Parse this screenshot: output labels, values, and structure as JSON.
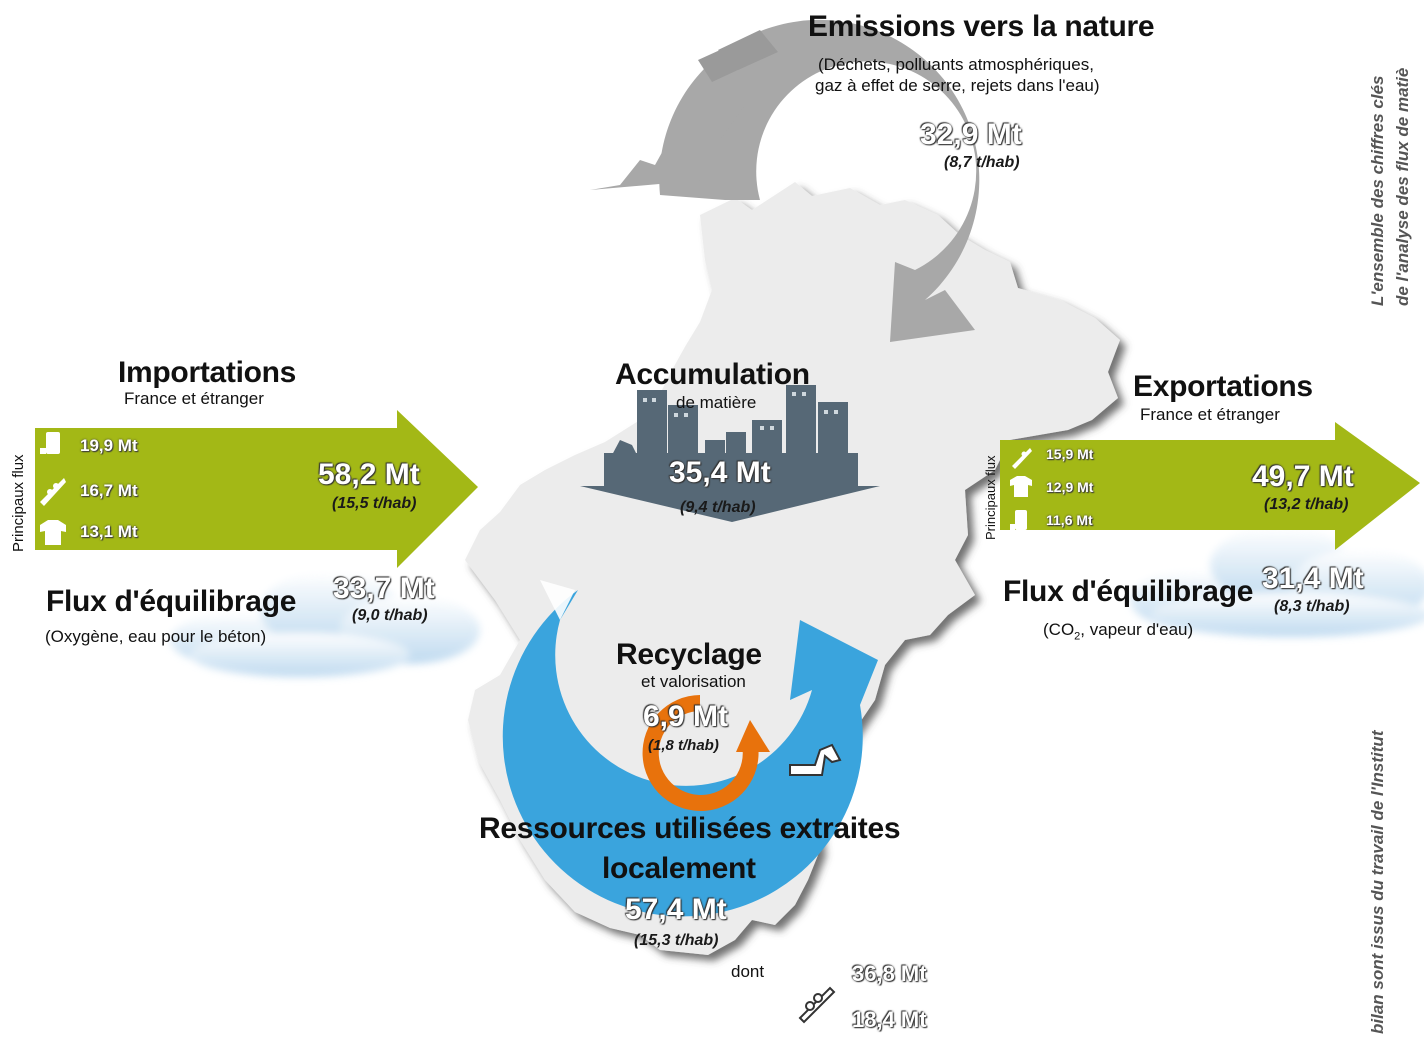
{
  "emissions": {
    "title": "Emissions vers la nature",
    "subtitle_line1": "(Déchets, polluants atmosphériques,",
    "subtitle_line2": "gaz à effet de serre, rejets dans l'eau)",
    "value": "32,9 Mt",
    "per_hab": "(8,7 t/hab)"
  },
  "importations": {
    "title": "Importations",
    "subtitle": "France et étranger",
    "axis_label": "Principaux flux",
    "items": [
      {
        "icon": "fuel-pump-icon",
        "value": "19,9 Mt"
      },
      {
        "icon": "wheat-icon",
        "value": "16,7 Mt"
      },
      {
        "icon": "tshirt-icon",
        "value": "13,1 Mt"
      }
    ],
    "total": "58,2 Mt",
    "per_hab": "(15,5 t/hab)"
  },
  "equilibrage_left": {
    "title": "Flux d'équilibrage",
    "subtitle": "(Oxygène, eau pour le béton)",
    "value": "33,7 Mt",
    "per_hab": "(9,0 t/hab)"
  },
  "accumulation": {
    "title": "Accumulation",
    "subtitle": "de matière",
    "value": "35,4 Mt",
    "per_hab": "(9,4 t/hab)"
  },
  "exportations": {
    "title": "Exportations",
    "subtitle": "France et étranger",
    "axis_label": "Principaux flux",
    "items": [
      {
        "icon": "wheat-icon",
        "value": "15,9 Mt"
      },
      {
        "icon": "tshirt-icon",
        "value": "12,9 Mt"
      },
      {
        "icon": "fuel-pump-icon",
        "value": "11,6 Mt"
      }
    ],
    "total": "49,7 Mt",
    "per_hab": "(13,2 t/hab)"
  },
  "equilibrage_right": {
    "title": "Flux d'équilibrage",
    "subtitle_co": "(CO",
    "subtitle_sub": "2",
    "subtitle_rest": ", vapeur d'eau)",
    "value": "31,4 Mt",
    "per_hab": "(8,3 t/hab)"
  },
  "recyclage": {
    "title": "Recyclage",
    "subtitle": "et valorisation",
    "value": "6,9 Mt",
    "per_hab": "(1,8 t/hab)"
  },
  "ressources": {
    "title_line1": "Ressources utilisées extraites",
    "title_line2": "localement",
    "value": "57,4 Mt",
    "per_hab": "(15,3 t/hab)",
    "dont_label": "dont",
    "items": [
      {
        "icon": "excavator-icon",
        "value": "36,8 Mt"
      },
      {
        "icon": "wheat-icon",
        "value": "18,4 Mt"
      }
    ]
  },
  "side_text": {
    "right_top_line1": "L'ensemble des chiffres clés",
    "right_top_line2": "de l'analyse des flux de matiè",
    "right_bottom": "bilan sont issus du travail de l'Institut"
  },
  "colors": {
    "import_green": "#a3b816",
    "accumulation_slate": "#566876",
    "recycle_blue": "#3aa4dd",
    "recycle_orange": "#e8720c",
    "emission_grey": "#a8a8a8",
    "map_grey": "#ececec"
  }
}
